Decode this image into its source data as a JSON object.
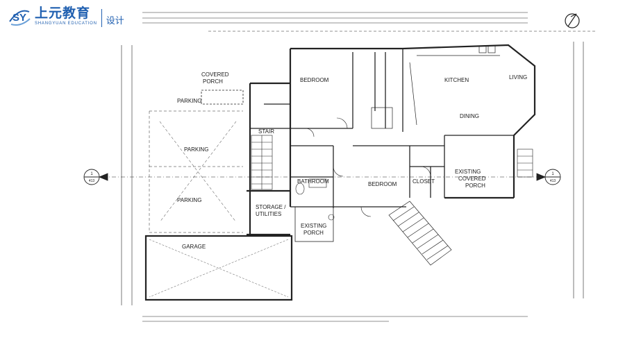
{
  "brand": {
    "logo_mark": "SY",
    "name_cn": "上元教育",
    "name_en": "SHANGYUAN EDUCATION",
    "subtitle": "设计"
  },
  "plan": {
    "rooms": {
      "bedroom_north": "BEDROOM",
      "kitchen": "KITCHEN",
      "living": "LIVING",
      "dining": "DINING",
      "covered_porch_1": "COVERED",
      "covered_porch_2": "PORCH",
      "parking_1": "PARKING",
      "parking_2": "PARKING",
      "parking_3": "PARKING",
      "stair": "STAIR",
      "bathroom": "BATHROOM",
      "bedroom_center": "BEDROOM",
      "closet": "CLOSET",
      "existing_covered_porch_1": "EXISTING",
      "existing_covered_porch_2": "COVERED",
      "existing_covered_porch_3": "PORCH",
      "storage_1": "STORAGE /",
      "storage_2": "UTILITIES",
      "existing_porch_1": "EXISTING",
      "existing_porch_2": "PORCH",
      "garage": "GARAGE"
    },
    "section_markers": {
      "left_top": "1",
      "left_bottom": "413",
      "right_top": "1",
      "right_bottom": "413"
    }
  }
}
